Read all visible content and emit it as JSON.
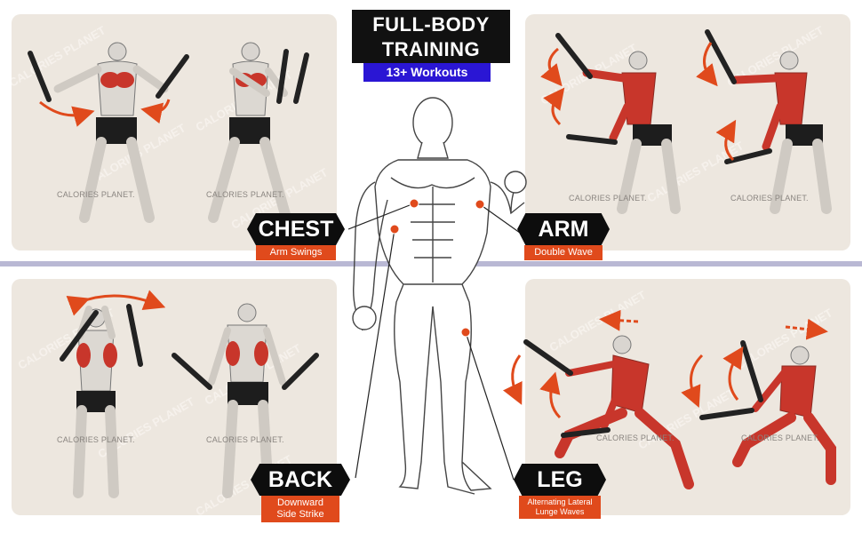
{
  "header": {
    "title_line1": "FULL-BODY",
    "title_line2": "TRAINING",
    "subtitle": "13+ Workouts"
  },
  "watermark": "CALORIES PLANET",
  "credit": "CALORIES PLANET.",
  "muscles": {
    "chest": {
      "name": "CHEST",
      "exercise": "Arm Swings"
    },
    "arm": {
      "name": "ARM",
      "exercise": "Double Wave"
    },
    "back": {
      "name": "BACK",
      "exercise_line1": "Downward",
      "exercise_line2": "Side Strike"
    },
    "leg": {
      "name": "LEG",
      "exercise_line1": "Alternating Lateral",
      "exercise_line2": "Lunge Waves"
    }
  },
  "colors": {
    "panel_bg": "#ede7df",
    "accent_orange": "#e04a1c",
    "muscle_red": "#c8362b",
    "title_blue": "#2a16d4",
    "divider": "#b9b8d4"
  }
}
